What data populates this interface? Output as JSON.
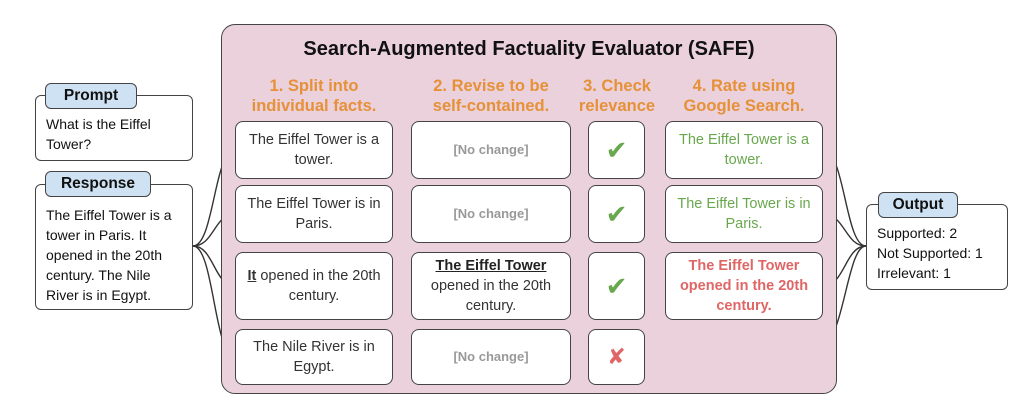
{
  "title": "Search-Augmented Factuality Evaluator (SAFE)",
  "steps": [
    {
      "line1": "1. Split into",
      "line2": "individual facts."
    },
    {
      "line1": "2. Revise to be",
      "line2": "self-contained."
    },
    {
      "line1": "3. Check",
      "line2": "relevance"
    },
    {
      "line1": "4. Rate using",
      "line2": "Google Search."
    }
  ],
  "prompt": {
    "label": "Prompt",
    "text": "What is the Eiffel Tower?"
  },
  "response": {
    "label": "Response",
    "text": "The Eiffel Tower is a tower in Paris. It opened in the 20th century. The Nile River is in Egypt."
  },
  "facts": [
    {
      "split": "The Eiffel Tower is a tower.",
      "revised": "[No change]",
      "relevance": "✔",
      "rating": "The Eiffel Tower is a tower."
    },
    {
      "split": "The Eiffel Tower is in Paris.",
      "revised": "[No change]",
      "relevance": "✔",
      "rating": "The Eiffel Tower is in Paris."
    },
    {
      "split_emph": "It",
      "split_rest": " opened in the 20th century.",
      "revised_emph": "The Eiffel Tower",
      "revised_rest": "opened in the 20th century.",
      "relevance": "✔",
      "rating": "The Eiffel Tower opened in the 20th century."
    },
    {
      "split": "The Nile River is in Egypt.",
      "revised": "[No change]",
      "relevance": "✘"
    }
  ],
  "output": {
    "label": "Output",
    "lines": [
      "Supported: 2",
      "Not Supported: 1",
      "Irrelevant: 1"
    ]
  },
  "colors": {
    "panel": "#ead1dc",
    "step_text": "#e69138",
    "supported": "#6aa84f",
    "not_supported": "#e06666",
    "tag": "#cfe2f3"
  }
}
